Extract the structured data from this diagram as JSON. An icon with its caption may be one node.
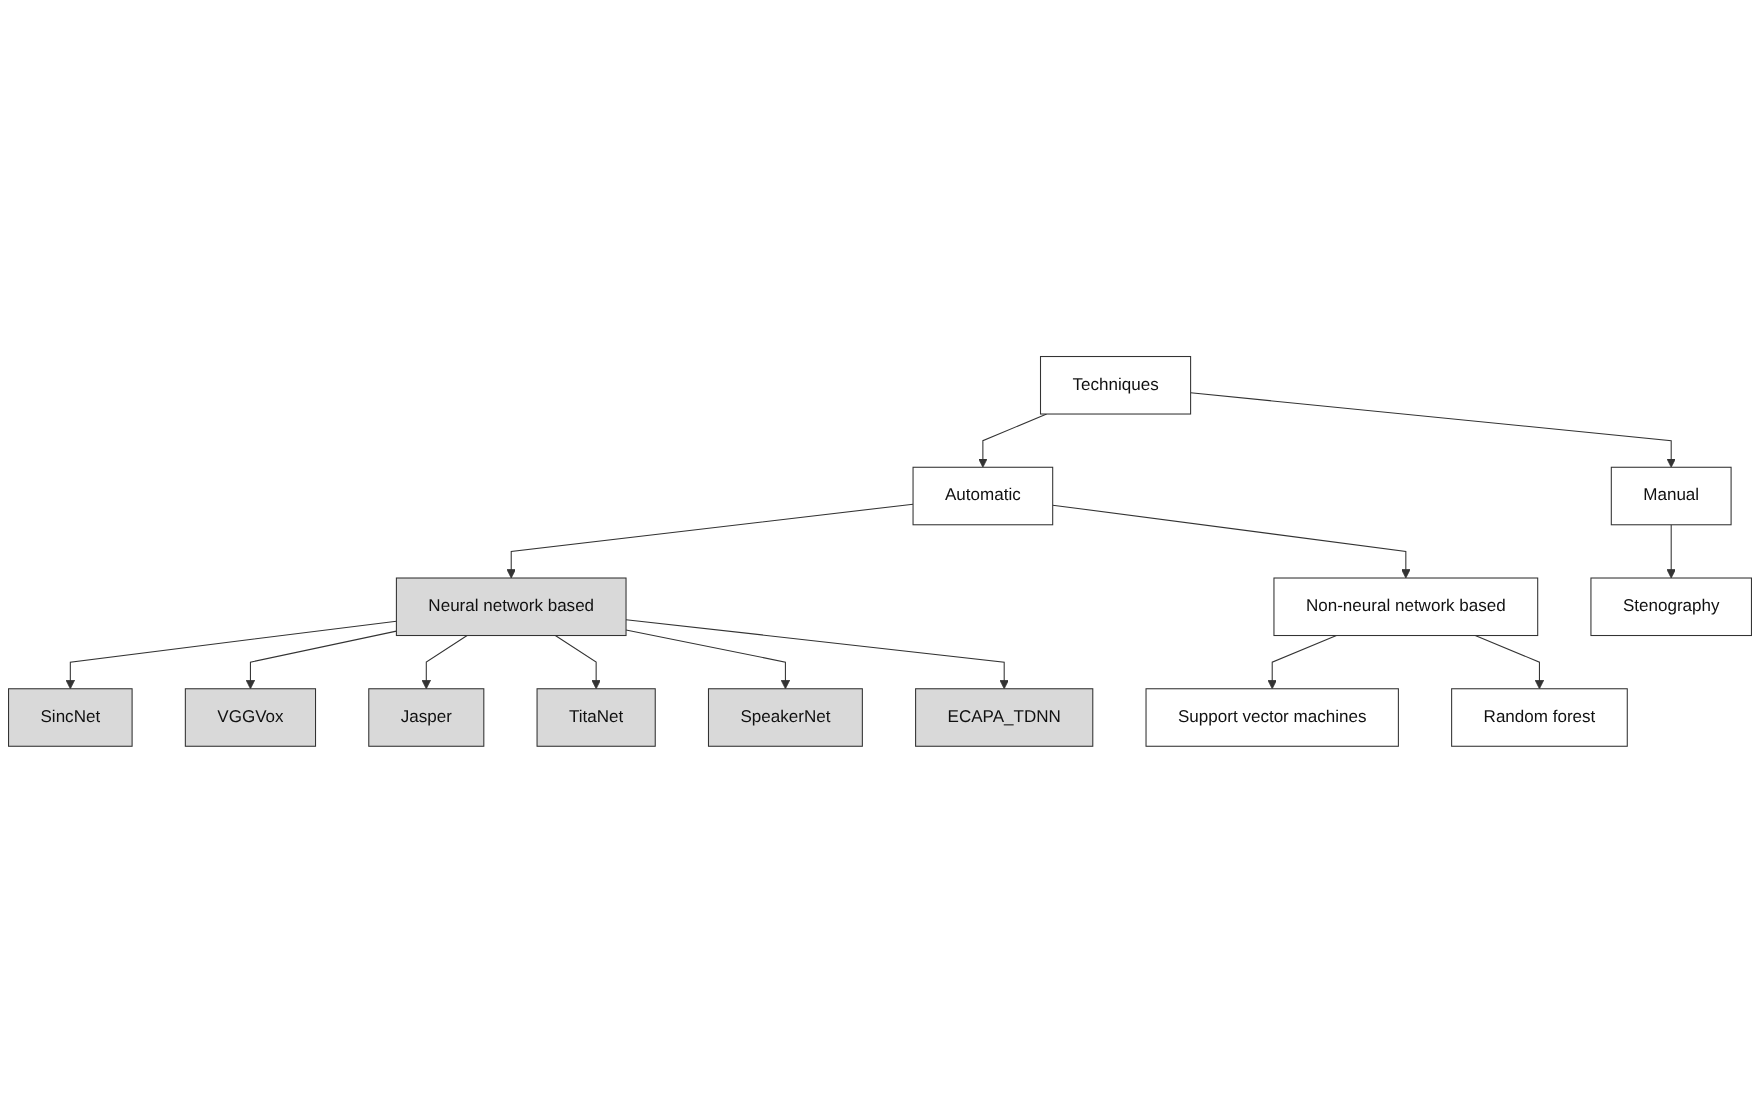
{
  "diagram": {
    "nodes": [
      {
        "text": [
          "Techniques"
        ]
      },
      {
        "text": [
          "Automatic"
        ]
      },
      {
        "text": [
          "Manual"
        ]
      },
      {
        "text": [
          "Neural network based"
        ]
      },
      {
        "text": [
          "Non-neural network based"
        ]
      },
      {
        "text": [
          "Stenography"
        ]
      },
      {
        "text": [
          "SincNet"
        ]
      },
      {
        "text": [
          "VGGVox"
        ]
      },
      {
        "text": [
          "Jasper"
        ]
      },
      {
        "text": [
          "TitaNet"
        ]
      },
      {
        "text": [
          "SpeakerNet"
        ]
      },
      {
        "text": [
          "ECAPA_TDNN"
        ]
      },
      {
        "text": [
          "Support vector machines"
        ]
      },
      {
        "text": [
          "Random forest"
        ]
      }
    ],
    "edges": [
      {
        "from": 0,
        "to": 1,
        "arrow": "to"
      },
      {
        "from": 0,
        "to": 2,
        "arrow": "to"
      },
      {
        "from": 1,
        "to": 3,
        "arrow": "to"
      },
      {
        "from": 1,
        "to": 4,
        "arrow": "to"
      },
      {
        "from": 2,
        "to": 5,
        "arrow": "to"
      },
      {
        "from": 3,
        "to": 6,
        "arrow": "to"
      },
      {
        "from": 3,
        "to": 7,
        "arrow": "to"
      },
      {
        "from": 3,
        "to": 8,
        "arrow": "to"
      },
      {
        "from": 3,
        "to": 9,
        "arrow": "to"
      },
      {
        "from": 3,
        "to": 10,
        "arrow": "to"
      },
      {
        "from": 3,
        "to": 11,
        "arrow": "to"
      },
      {
        "from": 4,
        "to": 12,
        "arrow": "to"
      },
      {
        "from": 4,
        "to": 13,
        "arrow": "to"
      }
    ]
  }
}
